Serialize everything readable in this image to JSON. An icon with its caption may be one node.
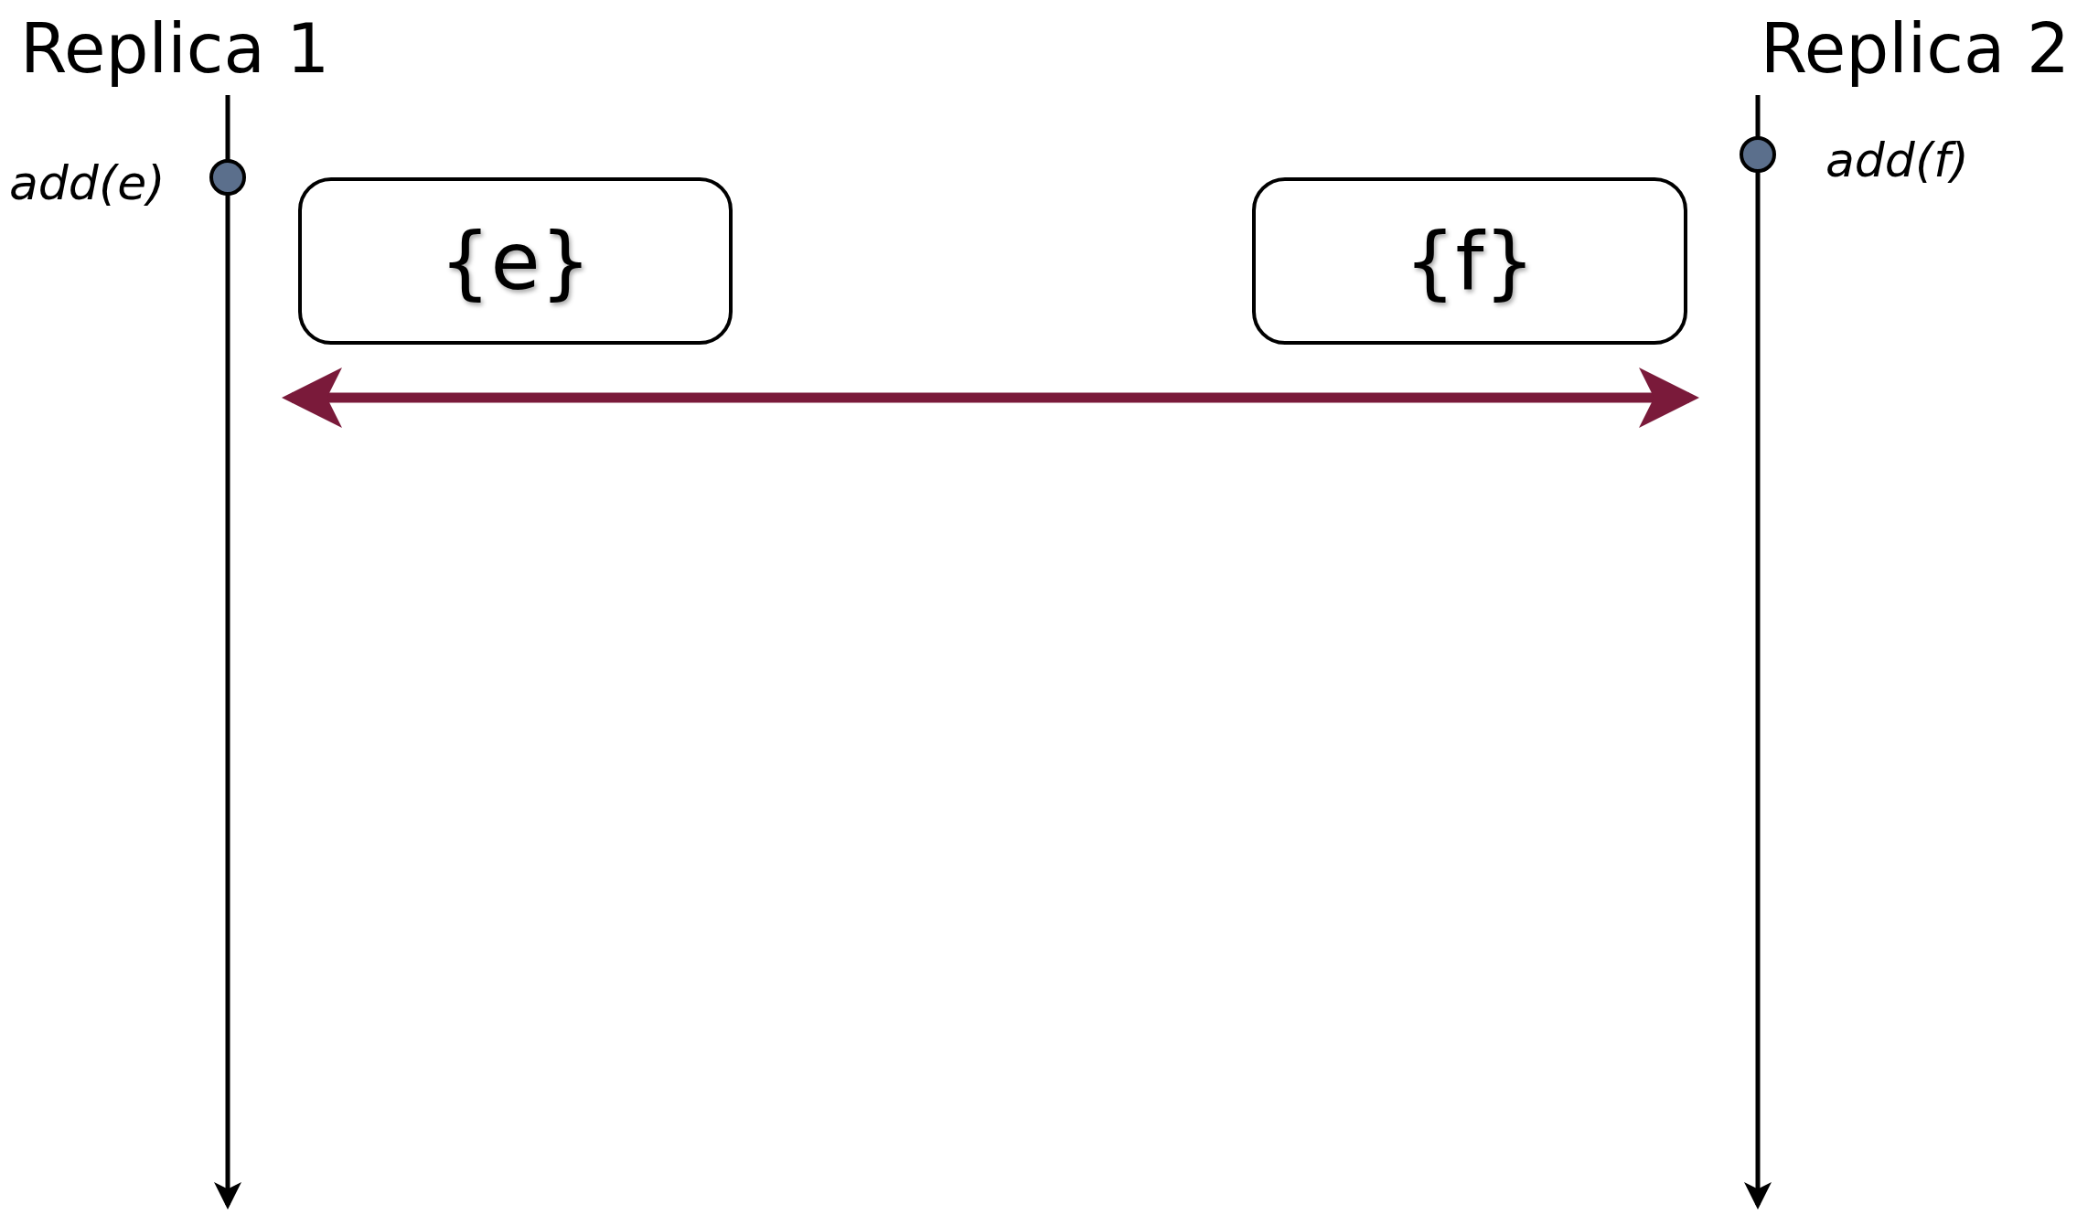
{
  "diagram": {
    "nodes": [
      {
        "text": [
          "Replica 1"
        ]
      },
      {
        "text": [
          "Replica 2"
        ]
      },
      {
        "text": [],
        "shape": "circle",
        "beside": [
          "add(e)"
        ]
      },
      {
        "text": [],
        "shape": "circle",
        "beside": [
          "add(f)"
        ]
      },
      {
        "text": [
          "{e}"
        ]
      },
      {
        "text": [
          "{f}"
        ]
      }
    ],
    "edges": [
      {
        "from": 0,
        "to": null,
        "arrow": "to"
      },
      {
        "from": 1,
        "to": null,
        "arrow": "to"
      },
      {
        "from": 4,
        "to": 5,
        "arrow": "both",
        "color": "#7a1a3a",
        "style": "thick"
      }
    ]
  }
}
